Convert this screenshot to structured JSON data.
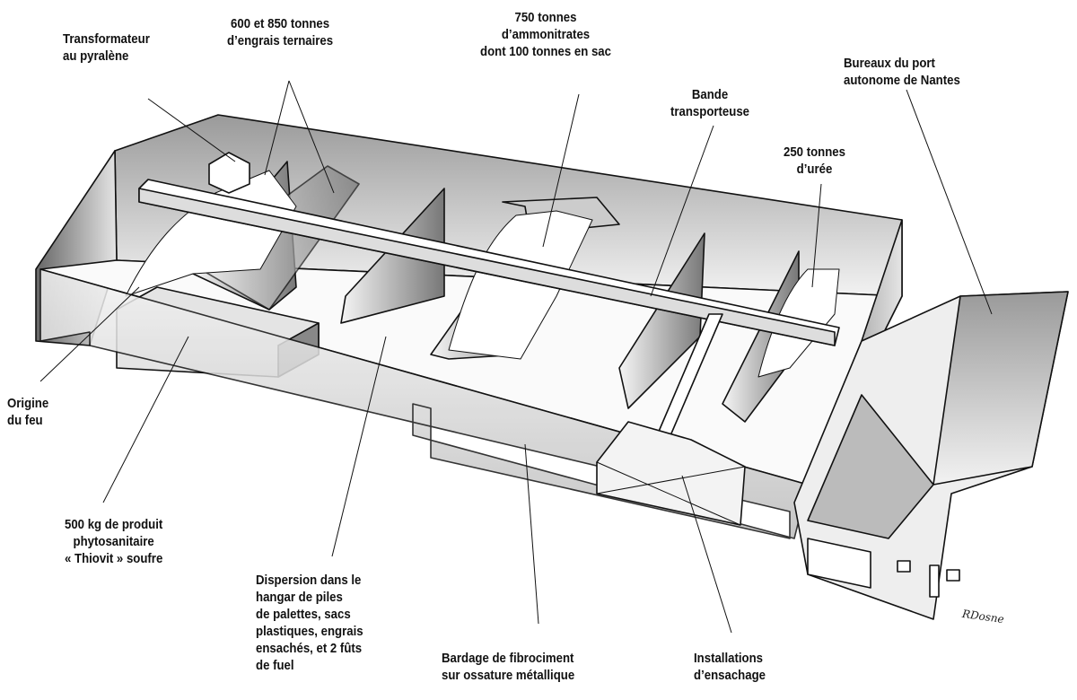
{
  "labels": {
    "transformateur": "Transformateur\nau pyralène",
    "engrais_ternaires": "600 et 850 tonnes\nd’engrais ternaires",
    "ammonitrates": "750 tonnes\nd’ammonitrates\ndont 100 tonnes en sac",
    "bande": "Bande\ntransporteuse",
    "bureaux": "Bureaux du port\nautonome de Nantes",
    "uree": "250 tonnes\nd’urée",
    "origine": "Origine\ndu feu",
    "phyto": "500 kg de produit\nphytosanitaire\n« Thiovit » soufre",
    "dispersion": "Dispersion dans le\nhangar de piles\nde palettes, sacs\nplastiques, engrais\nensachés, et 2 fûts\nde fuel",
    "bardage": "Bardage de fibrociment\nsur ossature métallique",
    "ensachage": "Installations\nd’ensachage"
  },
  "signature": "RDosne",
  "colors": {
    "ink": "#111111",
    "wall_dark": "#8a8a8a",
    "wall_light": "#e6e6e6"
  }
}
